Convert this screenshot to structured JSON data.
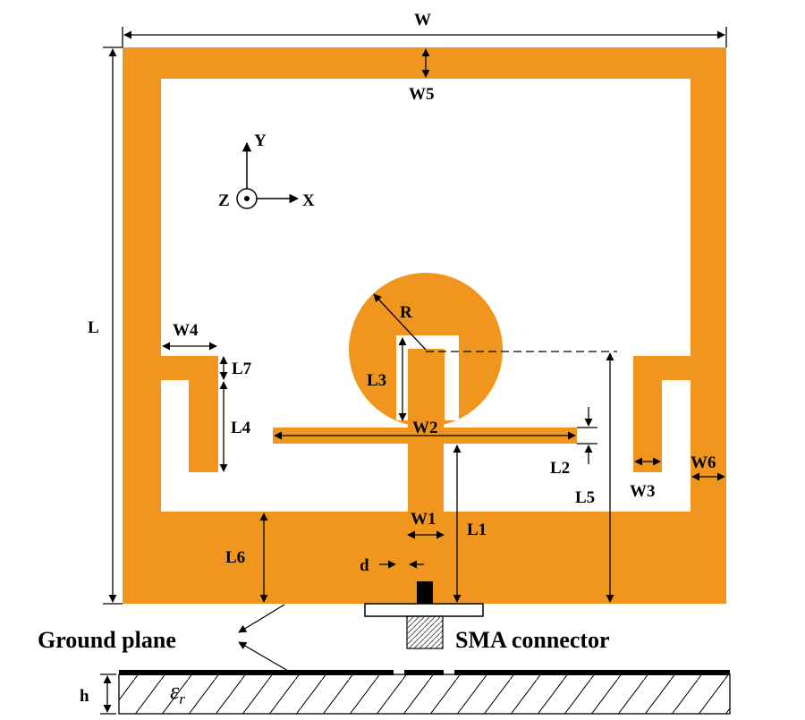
{
  "colors": {
    "copper": "#F0961E",
    "background": "#ffffff",
    "line": "#000000",
    "connector": "#bdbdbd"
  },
  "dimensions": {
    "W": "W",
    "L": "L",
    "W1": "W1",
    "W2": "W2",
    "W3": "W3",
    "W4": "W4",
    "W5": "W5",
    "W6": "W6",
    "L1": "L1",
    "L2": "L2",
    "L3": "L3",
    "L4": "L4",
    "L5": "L5",
    "L6": "L6",
    "L7": "L7",
    "R": "R",
    "d": "d",
    "h": "h"
  },
  "axes": {
    "x": "X",
    "y": "Y",
    "z": "Z"
  },
  "callouts": {
    "ground_plane": "Ground plane",
    "sma_connector": "SMA connector"
  },
  "substrate": {
    "permittivity_symbol": "ε",
    "permittivity_subscript": "r"
  }
}
